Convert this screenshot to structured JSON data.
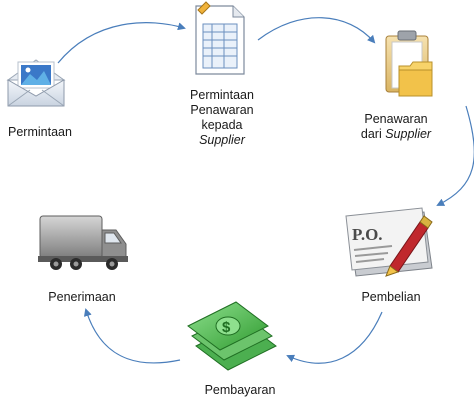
{
  "colors": {
    "arrow": "#4a7ebb",
    "text": "#1a1a1a",
    "money": "#3aa63a",
    "folder": "#f2c24a",
    "truck": "#9a9a9a",
    "po_pen": "#c0282d"
  },
  "nodes": [
    {
      "id": "permintaan",
      "icon": "envelope-photo-icon",
      "lines": [
        "Permintaan"
      ]
    },
    {
      "id": "permintaan-penawaran",
      "icon": "spreadsheet-document-icon",
      "lines": [
        "Permintaan",
        "Penawaran",
        "kepada"
      ],
      "italic_line": "Supplier"
    },
    {
      "id": "penawaran",
      "icon": "clipboard-folder-icon",
      "lines": [
        "Penawaran"
      ],
      "mixed_line": {
        "prefix": "dari ",
        "italic": "Supplier"
      }
    },
    {
      "id": "pembelian",
      "icon": "purchase-order-pen-icon",
      "lines": [
        "Pembelian"
      ],
      "icon_text": "P.O."
    },
    {
      "id": "pembayaran",
      "icon": "money-stack-icon",
      "lines": [
        "Pembayaran"
      ]
    },
    {
      "id": "penerimaan",
      "icon": "delivery-truck-icon",
      "lines": [
        "Penerimaan"
      ]
    }
  ]
}
